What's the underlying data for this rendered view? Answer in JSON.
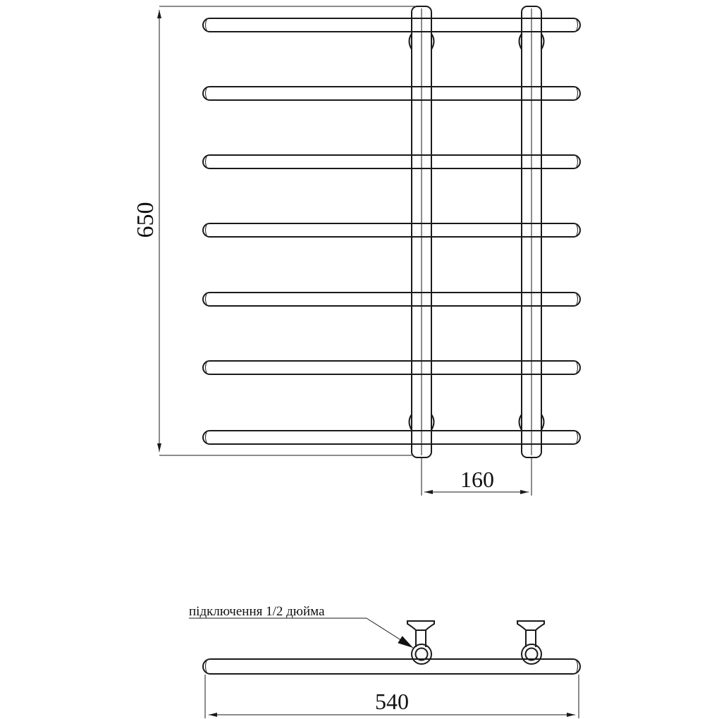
{
  "front_view": {
    "rails_count": 7,
    "uprights_count": 2,
    "height_label": "650",
    "spacing_label": "160"
  },
  "top_view": {
    "connection_label": "підключення 1/2 дюйма",
    "width_label": "540"
  },
  "colors": {
    "line": "#1a1a1a",
    "background": "#ffffff"
  }
}
